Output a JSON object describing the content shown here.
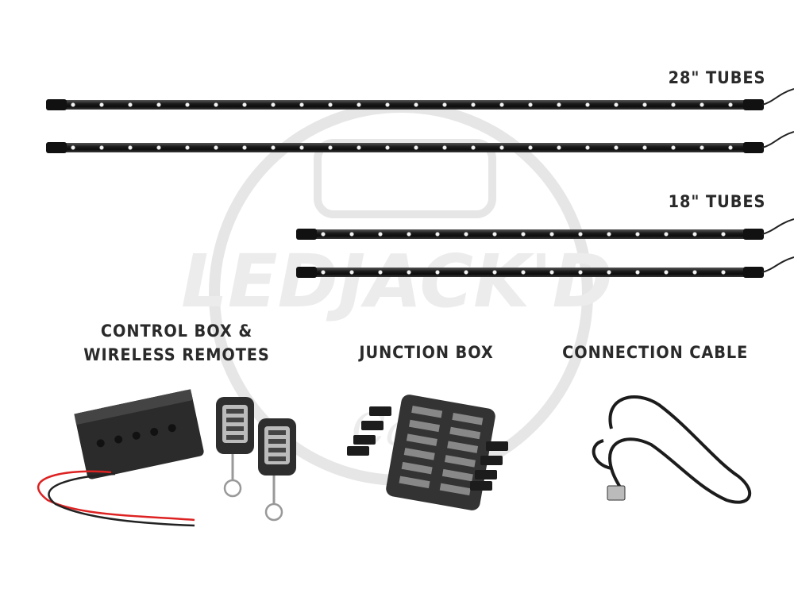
{
  "labels": {
    "tubes_28": "28\" TUBES",
    "tubes_18": "18\" TUBES",
    "control_box_line1": "CONTROL BOX &",
    "control_box_line2": "WIRELESS REMOTES",
    "junction_box": "JUNCTION BOX",
    "connection_cable": "CONNECTION CABLE"
  },
  "watermark": {
    "text": "LEDJACK'D",
    "subtext": "Carts"
  },
  "colors": {
    "tube": "#1a1a1a",
    "led": "#f4f4f4",
    "text": "#2a2a2a",
    "wire_red": "#d22",
    "watermark": "#e3e3e3"
  }
}
